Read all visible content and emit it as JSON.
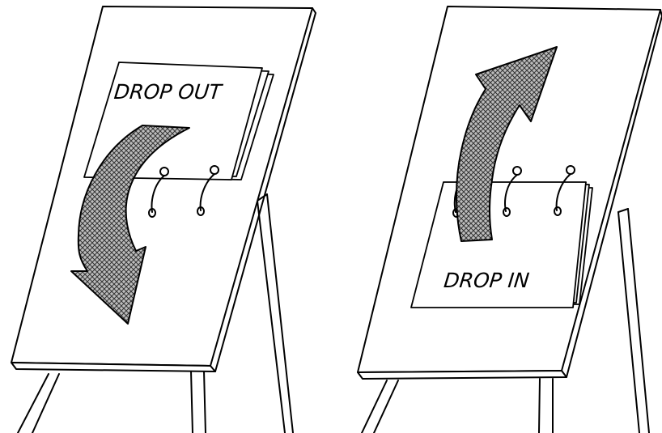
{
  "panels": [
    {
      "id": "left",
      "sign_label": "DROP OUT",
      "arrow_direction": "down"
    },
    {
      "id": "right",
      "sign_label": "DROP IN",
      "arrow_direction": "up"
    }
  ],
  "colors": {
    "ink": "#000000",
    "arrow_fill": "#8a8a8a",
    "background": "#ffffff"
  }
}
